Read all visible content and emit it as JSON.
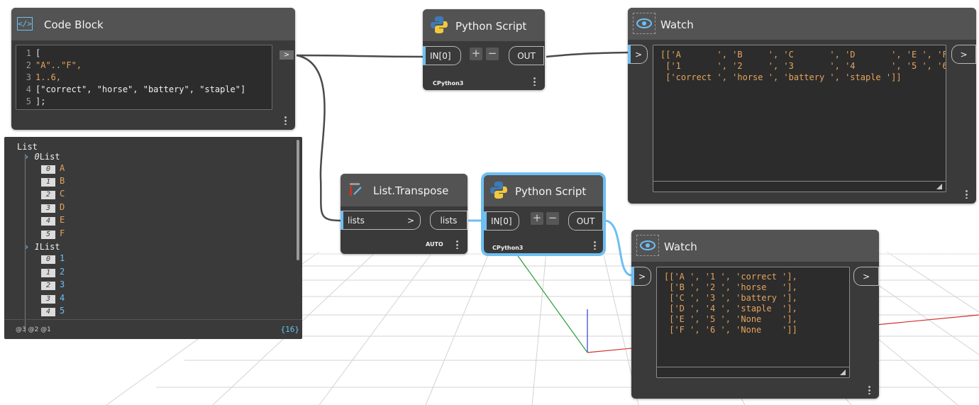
{
  "colors": {
    "accent": "#6dbff2",
    "node_body": "#3a3a3a",
    "node_header": "#535353",
    "string_value": "#e6a35c",
    "number_value": "#6dbff2"
  },
  "code_block": {
    "title": "Code Block",
    "icon": "code-block-icon",
    "output_port": ">",
    "lines": [
      {
        "n": "1",
        "text": "["
      },
      {
        "n": "2",
        "text": "\"A\"..\"F\","
      },
      {
        "n": "3",
        "text": "1..6,"
      },
      {
        "n": "4",
        "text": "[\"correct\", \"horse\", \"battery\", \"staple\"]"
      },
      {
        "n": "5",
        "text": "];"
      }
    ]
  },
  "preview": {
    "root": "List",
    "lists": [
      {
        "index": "0",
        "label": "List",
        "items": [
          {
            "i": "0",
            "v": "A"
          },
          {
            "i": "1",
            "v": "B"
          },
          {
            "i": "2",
            "v": "C"
          },
          {
            "i": "3",
            "v": "D"
          },
          {
            "i": "4",
            "v": "E"
          },
          {
            "i": "5",
            "v": "F"
          }
        ]
      },
      {
        "index": "1",
        "label": "List",
        "items": [
          {
            "i": "0",
            "v": "1"
          },
          {
            "i": "1",
            "v": "2"
          },
          {
            "i": "2",
            "v": "3"
          },
          {
            "i": "3",
            "v": "4"
          },
          {
            "i": "4",
            "v": "5"
          }
        ]
      }
    ],
    "levels": "@3 @2 @1",
    "count": "{16}"
  },
  "python_top": {
    "title": "Python Script",
    "icon": "python-icon",
    "input": "IN[0]",
    "add": "+",
    "remove": "−",
    "output": "OUT",
    "engine": "CPython3"
  },
  "watch_top": {
    "title": "Watch",
    "icon": "eye-icon",
    "in_port": ">",
    "out_port": ">",
    "lines": [
      "[['A       ', 'B     ', 'C       ', 'D       ', 'E ', 'F",
      " ['1       ', '2     ', '3       ', '4       ', '5 ', '6",
      " ['correct ', 'horse ', 'battery ', 'staple ']]"
    ]
  },
  "transpose": {
    "title": "List.Transpose",
    "icon": "list-transpose-icon",
    "input": "lists",
    "input_arrow": ">",
    "output": "lists",
    "lacing": "AUTO"
  },
  "python_bottom": {
    "title": "Python Script",
    "icon": "python-icon",
    "input": "IN[0]",
    "add": "+",
    "remove": "−",
    "output": "OUT",
    "engine": "CPython3"
  },
  "watch_bottom": {
    "title": "Watch",
    "icon": "eye-icon",
    "in_port": ">",
    "out_port": ">",
    "lines": [
      "[['A ', '1 ', 'correct '],",
      " ['B ', '2 ', 'horse   '],",
      " ['C ', '3 ', 'battery '],",
      " ['D ', '4 ', 'staple  '],",
      " ['E ', '5 ', 'None    '],",
      " ['F ', '6 ', 'None    ']]"
    ]
  }
}
